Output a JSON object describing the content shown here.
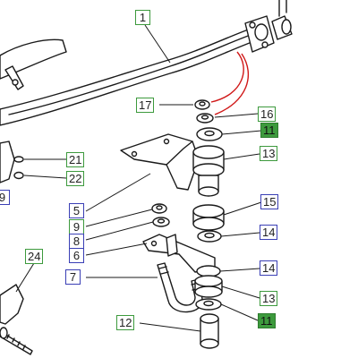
{
  "colors": {
    "green_box": "#3d9a3d",
    "blue_box": "#3a3fb5",
    "green_filled": "#3d9a3d",
    "outline": "#1a1a1a",
    "callout_red": "#d01818"
  },
  "callouts": {
    "c1": "1",
    "c17": "17",
    "c16": "16",
    "c11a": "11",
    "c13a": "13",
    "c21": "21",
    "c22": "22",
    "c15": "15",
    "c5": "5",
    "c9": "9",
    "c8": "8",
    "c6": "6",
    "c14a": "14",
    "c7": "7",
    "c14b": "14",
    "c13b": "13",
    "c24": "24",
    "c12": "12",
    "c11b": "11",
    "edge_9": "9"
  }
}
